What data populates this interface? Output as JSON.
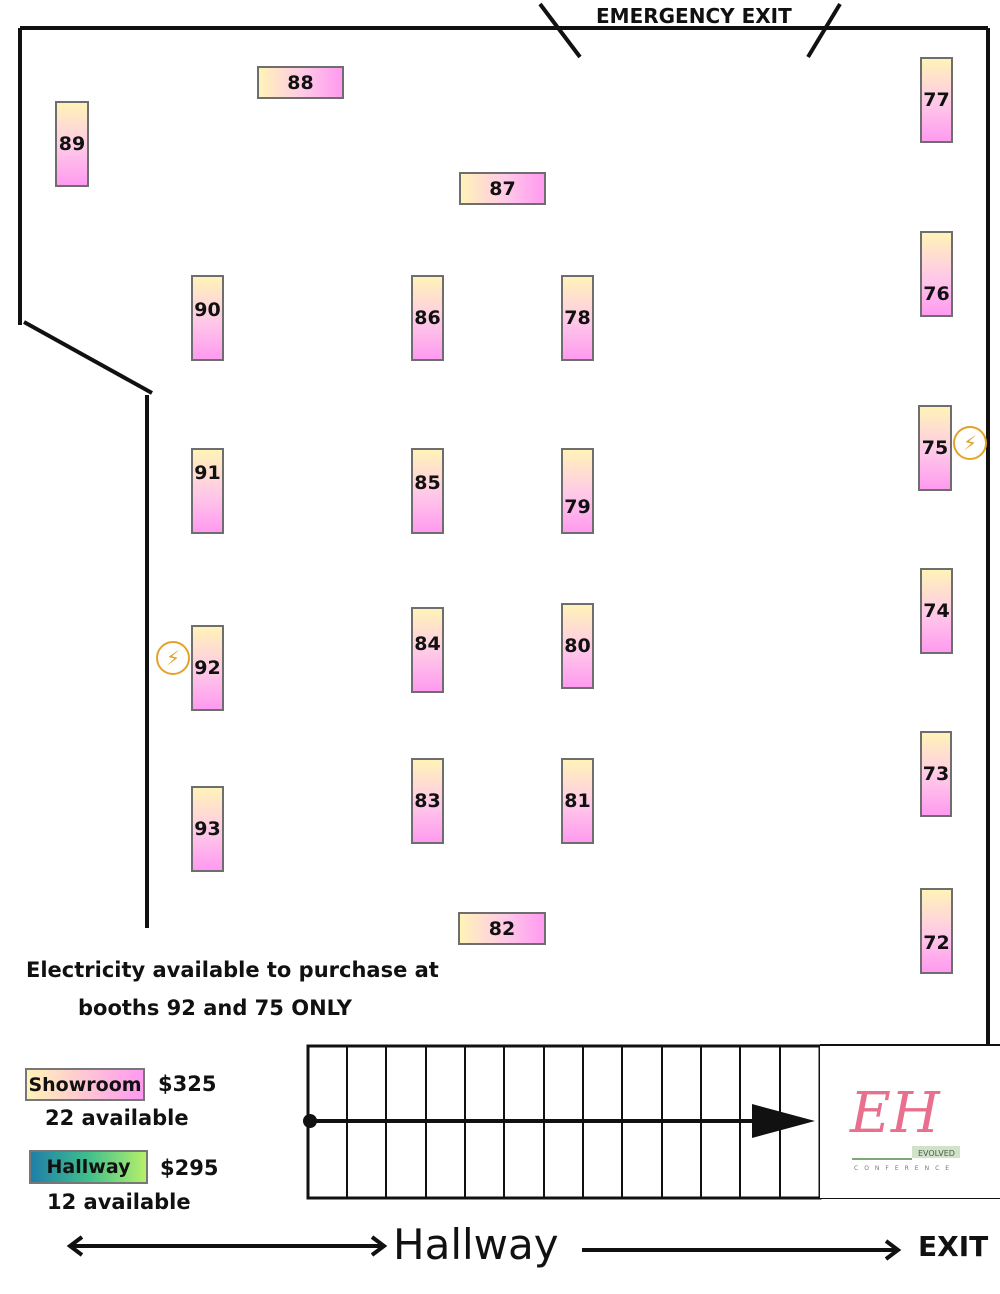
{
  "map": {
    "emergency_exit_label": "EMERGENCY EXIT",
    "exit_label": "EXIT",
    "hallway_label": "Hallway",
    "electricity_note_line1": "Electricity available to purchase at",
    "electricity_note_line2": "booths 92 and 75 ONLY",
    "electricity_booths": [
      "92",
      "75"
    ]
  },
  "booths": {
    "b72": "72",
    "b73": "73",
    "b74": "74",
    "b75": "75",
    "b76": "76",
    "b77": "77",
    "b78": "78",
    "b79": "79",
    "b80": "80",
    "b81": "81",
    "b82": "82",
    "b83": "83",
    "b84": "84",
    "b85": "85",
    "b86": "86",
    "b87": "87",
    "b88": "88",
    "b89": "89",
    "b90": "90",
    "b91": "91",
    "b92": "92",
    "b93": "93"
  },
  "legend": {
    "showroom": {
      "label": "Showroom",
      "price": "$325",
      "available": "22 available"
    },
    "hallway": {
      "label": "Hallway",
      "price": "$295",
      "available": "12 available"
    }
  },
  "logo": {
    "monogram": "EH",
    "badge": "EVOLVED",
    "subtitle": "CONFERENCE"
  },
  "colors": {
    "booth_top": "#fff3b8",
    "booth_bottom": "#ff9af0",
    "bolt": "#e3a32a",
    "logo_pink": "#e8708e"
  },
  "icons": {
    "electricity": "lightning-bolt-icon"
  }
}
